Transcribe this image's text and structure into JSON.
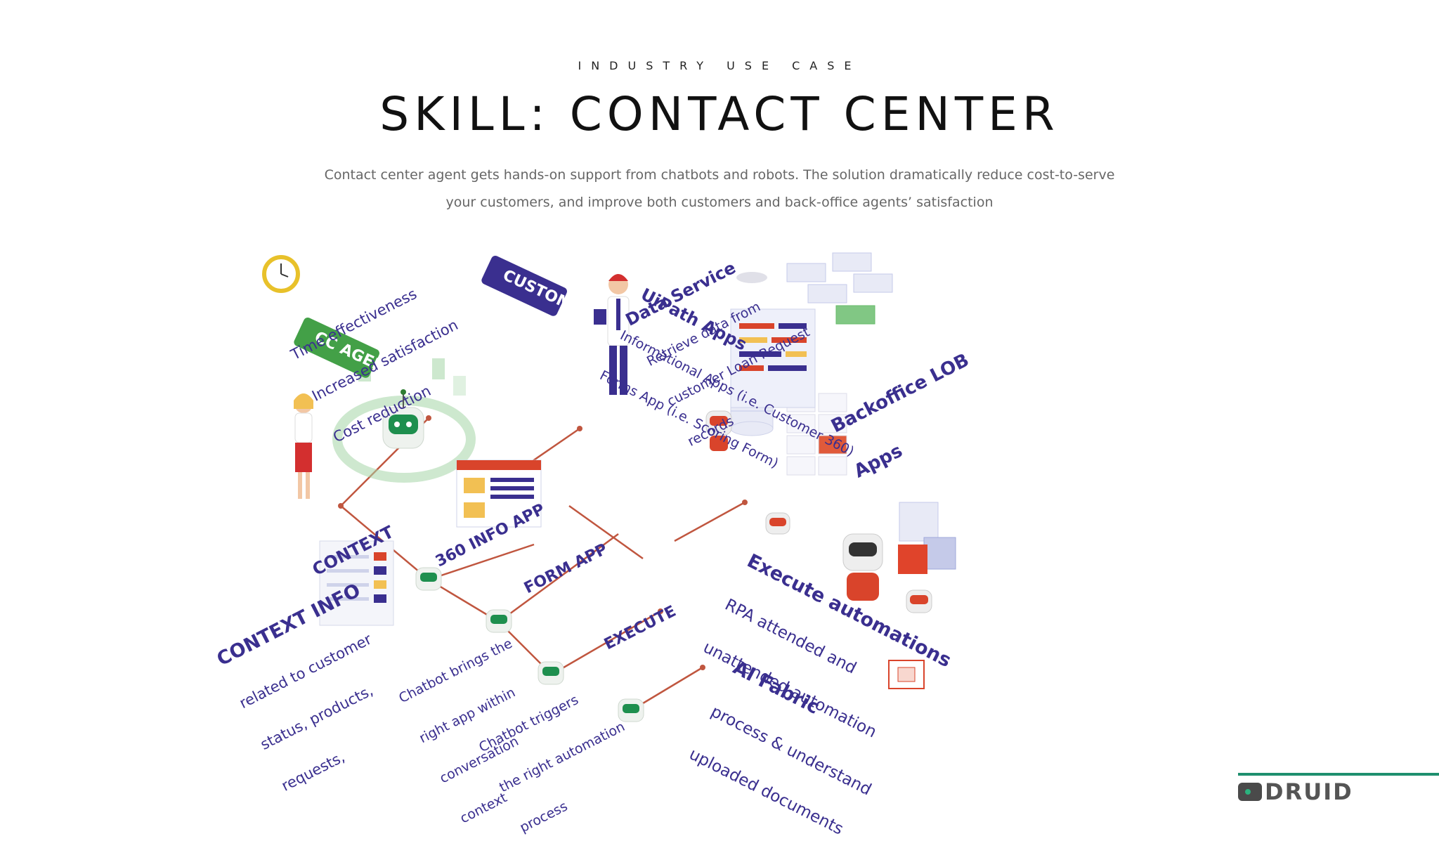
{
  "header": {
    "eyebrow": "INDUSTRY USE CASE",
    "title": "SKILL: CONTACT CENTER",
    "subtitle_line1": "Contact center agent gets hands-on  support from chatbots and robots. The solution dramatically reduce cost-to-serve",
    "subtitle_line2": "your customers, and improve both customers and back-office agents’ satisfaction"
  },
  "diagram": {
    "benefits": [
      "Time effectiveness",
      "Increased satisfaction",
      "Cost reduction"
    ],
    "tags": {
      "customer": "CUSTOMER",
      "cc_agent": "CC AGENT",
      "context": "CONTEXT",
      "info_app": "360 INFO APP",
      "form_app": "FORM APP",
      "execute": "EXECUTE"
    },
    "data_service": {
      "title": "Data Service",
      "lines": [
        "Retrieve data from",
        "customer Loan Request",
        "records"
      ]
    },
    "uipath": {
      "title": "UiPath Apps",
      "lines": [
        "Informational Apps (i.e. Customer 360)",
        "Forms App (i.e. Scoring Form)"
      ]
    },
    "backoffice": {
      "lines": [
        "Backoffice LOB",
        "Apps"
      ]
    },
    "execute_automations": {
      "title": "Execute automations",
      "lines": [
        "RPA attended and",
        "unattended automation"
      ]
    },
    "ai_fabric": {
      "title": "AI Fabric",
      "lines": [
        "process & understand",
        "uploaded documents"
      ]
    },
    "context_info": {
      "title": "CONTEXT INFO",
      "lines": [
        "related to customer",
        "status, products,",
        "requests,"
      ]
    },
    "chatbot_brings": [
      "Chatbot brings the",
      "right app within",
      "conversation",
      "context"
    ],
    "chatbot_triggers": [
      "Chatbot triggers",
      "the right automation",
      "process"
    ]
  },
  "brand": {
    "name": "DRUID"
  },
  "colors": {
    "purple": "#3a2f8f",
    "green": "#4caf50",
    "red": "#d9442b",
    "line": "#c0563f"
  }
}
